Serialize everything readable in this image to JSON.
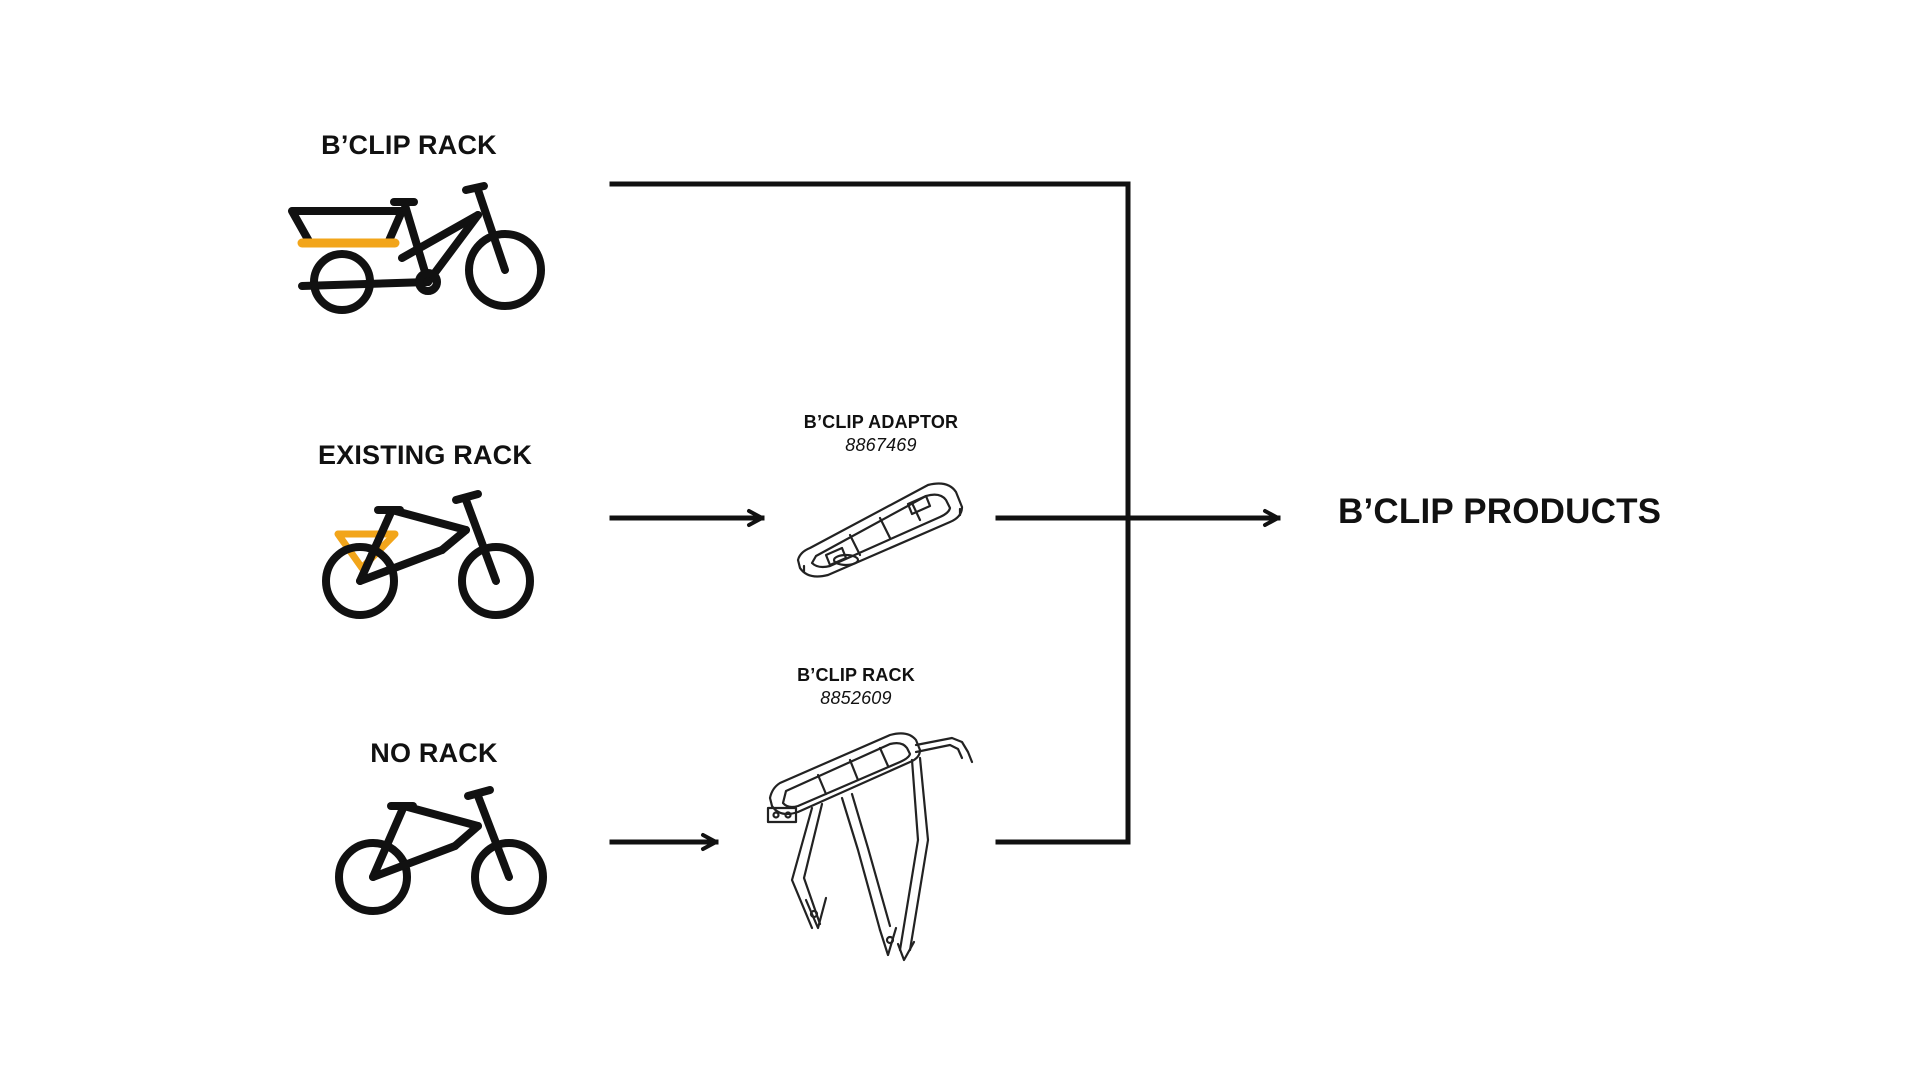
{
  "rows": [
    {
      "title": "B’CLIP RACK",
      "icon": "cargo-bike-icon"
    },
    {
      "title": "EXISTING RACK",
      "icon": "bike-with-rack-icon"
    },
    {
      "title": "NO RACK",
      "icon": "bike-icon"
    }
  ],
  "products": [
    {
      "name": "B’CLIP ADAPTOR",
      "code": "8867469",
      "icon": "rack-adaptor-icon"
    },
    {
      "name": "B’CLIP RACK",
      "code": "8852609",
      "icon": "rear-rack-icon"
    }
  ],
  "output": {
    "title": "B’CLIP PRODUCTS"
  },
  "colors": {
    "line": "#111111",
    "accent": "#f2a51a",
    "background": "#ffffff"
  }
}
